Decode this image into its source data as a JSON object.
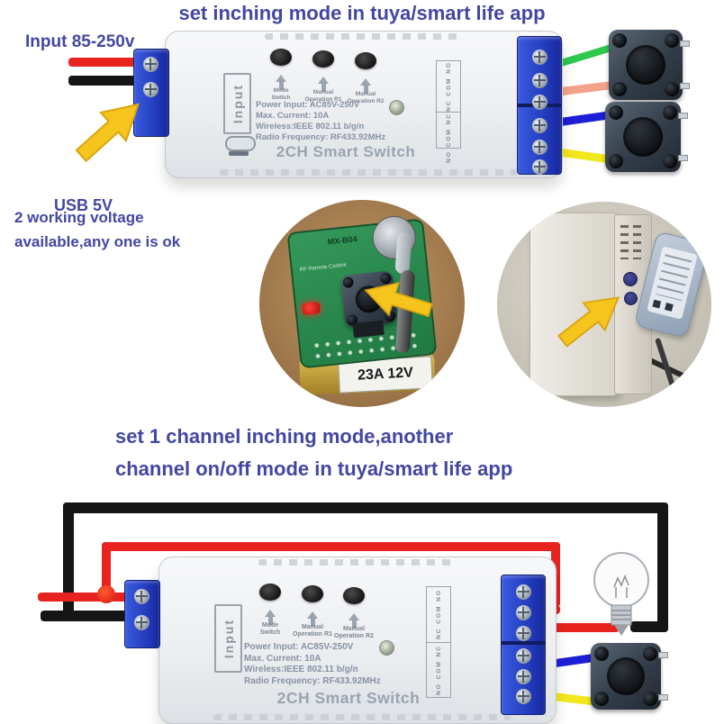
{
  "titles": {
    "top": "set inching mode in tuya/smart life app",
    "mid_line1": "set 1 channel inching mode,another",
    "mid_line2": "channel on/off mode in tuya/smart life app"
  },
  "annotations": {
    "input_voltage": "Input 85-250v",
    "usb": "USB 5V",
    "voltage_note_line1": "2 working voltage",
    "voltage_note_line2": "available,any one is ok"
  },
  "device": {
    "name": "2CH Smart Switch",
    "side_label": "Input",
    "buttons": [
      {
        "line1": "Mode",
        "line2": "Switch"
      },
      {
        "line1": "Manual",
        "line2": "Operation R1"
      },
      {
        "line1": "Manual",
        "line2": "Operation R2"
      }
    ],
    "specs": [
      "Power Input:  AC85V-250V",
      "Max. Current:  10A",
      "Wireless:IEEE 802.11 b/g/n",
      "Radio Frequency:  RF433.92MHz"
    ],
    "terminals": {
      "group1": "NC COM NO",
      "group2": "NO COM NC"
    }
  },
  "insets": {
    "remote_pcb_label": "MX-B04",
    "remote_pcb_subtext": "RF Remote Control",
    "battery_label": "23A 12V"
  },
  "colors": {
    "heading_text": "#4347a2",
    "wire_red": "#e8231f",
    "wire_black": "#151515",
    "wire_green": "#2dc84d",
    "wire_pink": "#f2a28a",
    "wire_blue": "#1e1ed6",
    "wire_yellow": "#f2e71a",
    "arrow_yellow": "#f6c51d",
    "terminal_blue": "#2847c8"
  }
}
